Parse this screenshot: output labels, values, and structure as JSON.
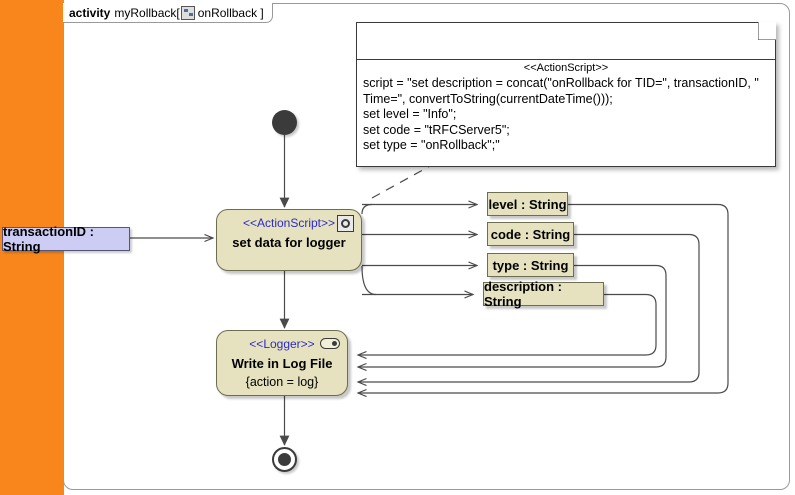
{
  "frame": {
    "keyword": "activity",
    "name": "myRollback[",
    "param": "onRollback ]",
    "icon": "activity-diagram-icon"
  },
  "note": {
    "stereotype": "<<ActionScript>>",
    "script": "script = \"set description = concat(\"onRollback for TID=\", transactionID, \" Time=\", convertToString(currentDateTime()));\nset level = \"Info\";\nset code = \"tRFCServer5\";\nset type = \"onRollback\";\""
  },
  "nodes": {
    "initial": {
      "name": "initial-node"
    },
    "final": {
      "name": "activity-final-node"
    },
    "set_data": {
      "stereotype": "<<ActionScript>>",
      "name": "set data for logger",
      "icon": "script-gear-icon"
    },
    "logger": {
      "stereotype": "<<Logger>>",
      "name": "Write in Log File",
      "constraint": "{action = log}",
      "icon": "logger-pill-icon"
    }
  },
  "objects": [
    {
      "label": "level : String"
    },
    {
      "label": "code : String"
    },
    {
      "label": "type : String"
    },
    {
      "label": "description : String"
    }
  ],
  "parameters": [
    {
      "label": "transactionID : String"
    }
  ],
  "colors": {
    "band": "#f8861d",
    "action_fill": "#e6e2bf",
    "object_fill": "#e6e2bf",
    "param_fill": "#ccccf5",
    "stereotype_text": "#2b2bc8",
    "edge": "#4a4a4a"
  }
}
